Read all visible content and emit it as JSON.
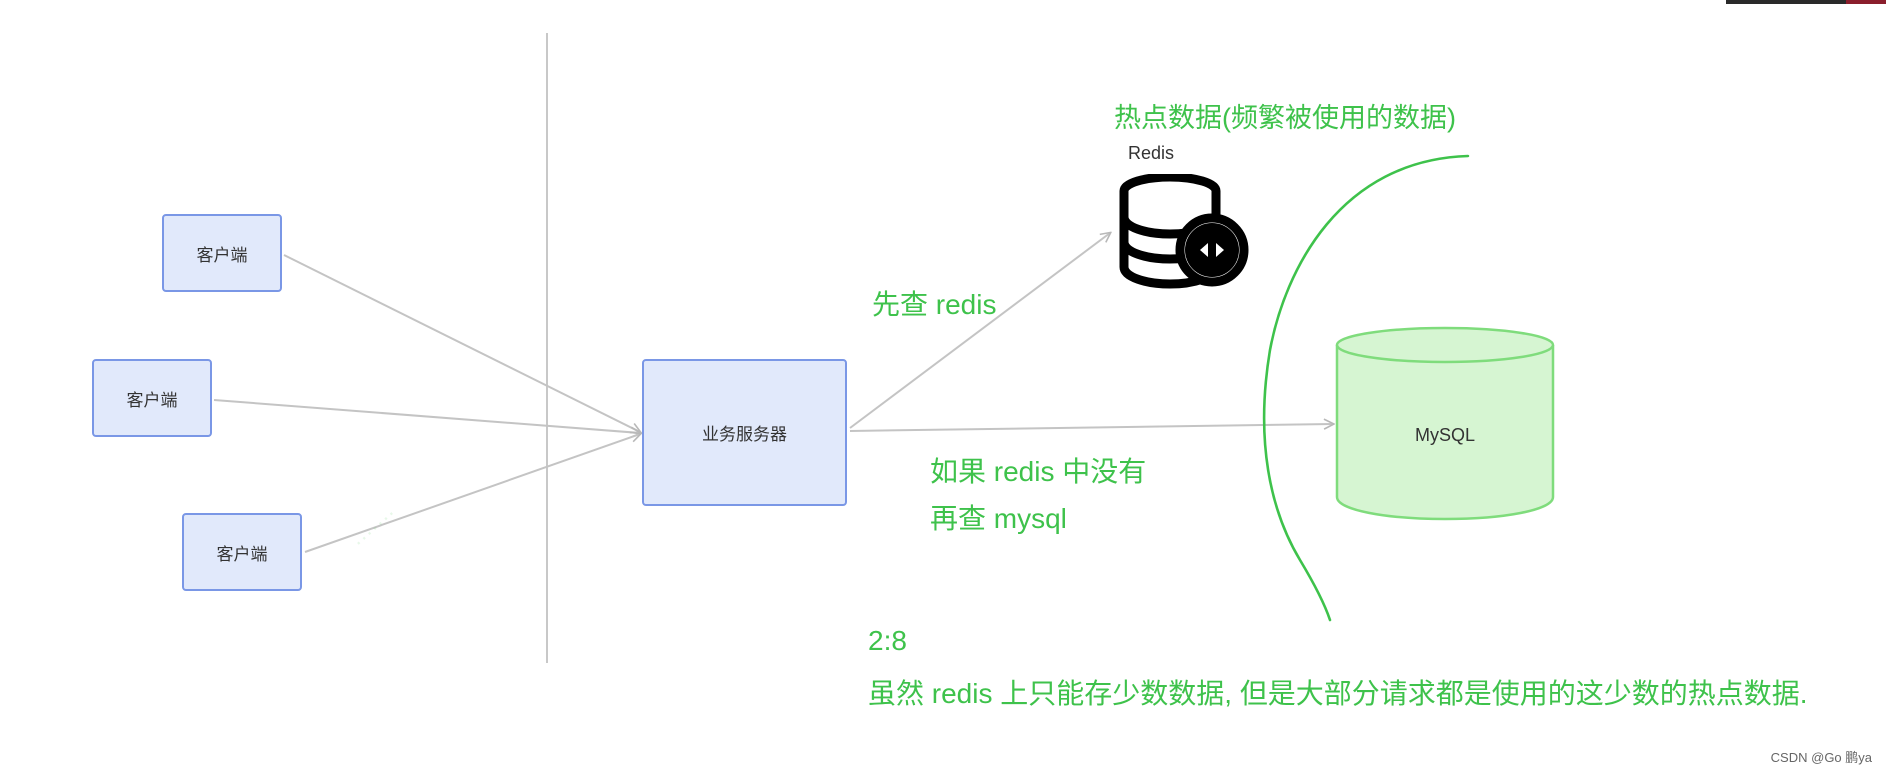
{
  "clients": [
    {
      "label": "客户端"
    },
    {
      "label": "客户端"
    },
    {
      "label": "客户端"
    }
  ],
  "server": {
    "label": "业务服务器"
  },
  "redis": {
    "label": "Redis",
    "icon": "redis-database-icon"
  },
  "mysql": {
    "label": "MySQL",
    "icon": "cylinder-icon"
  },
  "annotations": {
    "hot_data": "热点数据(频繁被使用的数据)",
    "check_redis": "先查 redis",
    "if_not_in_redis": "如果 redis 中没有",
    "then_check_mysql": "再查 mysql",
    "ratio": "2:8",
    "explanation": "虽然 redis 上只能存少数数据, 但是大部分请求都是使用的这少数的热点数据."
  },
  "watermark": "CSDN @Go 鹏ya",
  "colors": {
    "box_fill": "#e1e9fb",
    "box_border": "#7a97e6",
    "annotation_green": "#3ec24b",
    "mysql_fill": "#d6f5d2",
    "mysql_border": "#7fdc7c",
    "arrow_gray": "#c4c4c4"
  }
}
